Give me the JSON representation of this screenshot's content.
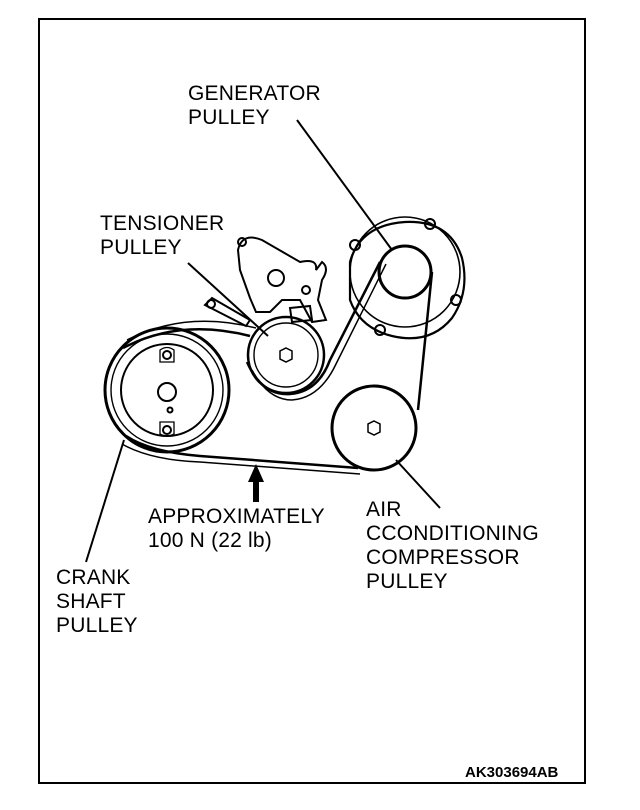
{
  "labels": {
    "generator": [
      "GENERATOR",
      "PULLEY"
    ],
    "tensioner": [
      "TENSIONER",
      "PULLEY"
    ],
    "approx": [
      "APPROXIMATELY",
      "100 N (22 lb)"
    ],
    "ac": [
      "AIR",
      "CCONDITIONING",
      "COMPRESSOR",
      "PULLEY"
    ],
    "crank": [
      "CRANK",
      "SHAFT",
      "PULLEY"
    ]
  },
  "figure_code": "AK303694AB"
}
